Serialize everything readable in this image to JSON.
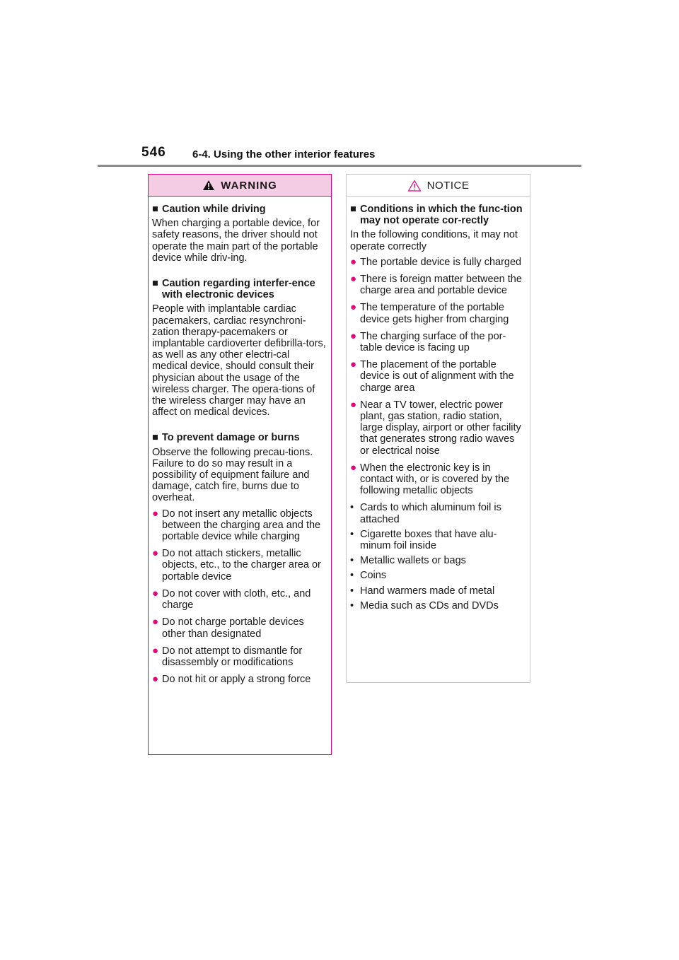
{
  "header": {
    "page_number": "546",
    "section_title": "6-4. Using the other interior features"
  },
  "warning": {
    "title": "WARNING",
    "sections": [
      {
        "heading": "Caution while driving",
        "paragraphs": [
          "When charging a portable device, for safety reasons, the driver should not operate the main part of the portable device while driv-ing."
        ]
      },
      {
        "heading": "Caution regarding interfer-ence with electronic devices",
        "paragraphs": [
          "People with implantable cardiac pacemakers, cardiac resynchroni-zation therapy-pacemakers or implantable cardioverter defibrilla-tors, as well as any other electri-cal medical device, should consult their physician about the usage of the wireless charger. The opera-tions of the wireless charger may have an affect on medical devices."
        ]
      },
      {
        "heading": "To prevent damage or burns",
        "paragraphs": [
          "Observe the following precau-tions.",
          "Failure to do so may result in a possibility of equipment failure and damage, catch fire, burns due to overheat."
        ],
        "bullets": [
          "Do not insert any metallic objects between the charging area and the portable device while charging",
          "Do not attach stickers, metallic objects, etc., to the charger area or portable device",
          "Do not cover with cloth, etc., and charge",
          "Do not charge portable devices other than designated",
          "Do not attempt to dismantle for disassembly or modifications",
          "Do not hit or apply a strong force"
        ]
      }
    ]
  },
  "notice": {
    "title": "NOTICE",
    "heading": "Conditions in which the func-tion may not operate cor-rectly",
    "intro": "In the following conditions, it may not operate correctly",
    "bullets": [
      "The portable device is fully charged",
      "There is foreign matter between the charge area and portable device",
      "The temperature of the portable device gets higher from charging",
      "The charging surface of the por-table device is facing up",
      "The placement of the portable device is out of alignment with the charge area",
      "Near a TV tower, electric power plant, gas station, radio station, large display, airport or other facility that generates strong radio waves or electrical noise",
      "When the electronic key is in contact with, or is covered by the following metallic objects"
    ],
    "sub_items": [
      "Cards to which aluminum foil is attached",
      "Cigarette boxes that have alu-minum foil inside",
      "Metallic wallets or bags",
      "Coins",
      "Hand warmers made of metal",
      "Media such as CDs and DVDs"
    ]
  },
  "glyphs": {
    "square": "■",
    "dot": "●",
    "sub_marker": "•"
  },
  "colors": {
    "accent": "#e6007e",
    "warning_header_bg": "#f4cce4",
    "rule": "#8c8c8c"
  }
}
